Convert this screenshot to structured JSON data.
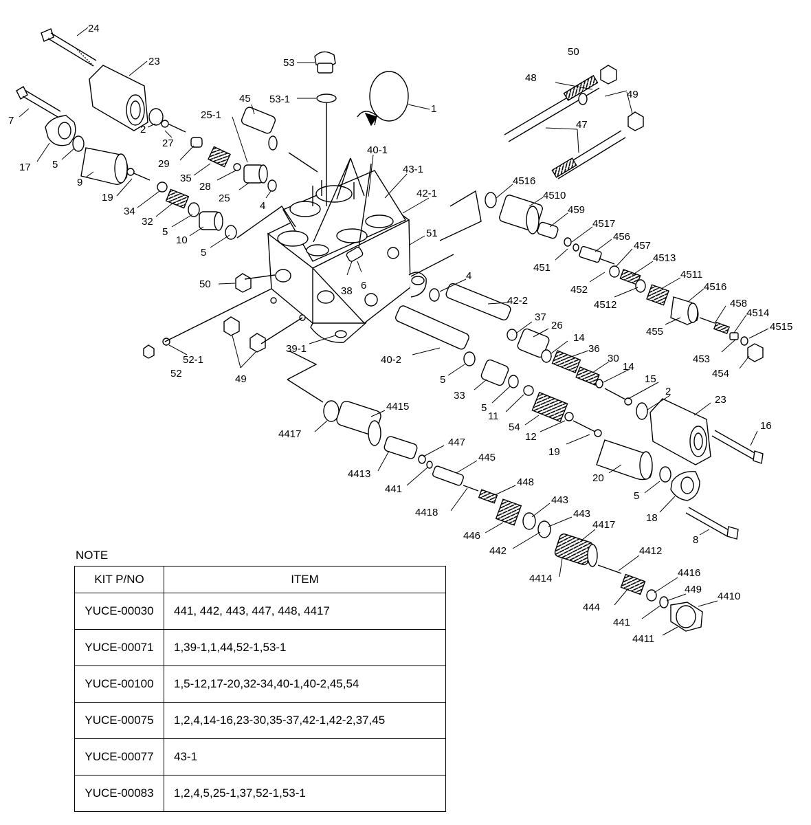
{
  "labels": {
    "l24": "24",
    "l23a": "23",
    "l7": "7",
    "l2a": "2",
    "l27": "27",
    "l17": "17",
    "l5a": "5",
    "l9": "9",
    "l19a": "19",
    "l34": "34",
    "l32": "32",
    "l5b": "5",
    "l10": "10",
    "l5c": "5",
    "l29": "29",
    "l35": "35",
    "l28": "28",
    "l25": "25",
    "l25_1": "25-1",
    "l45": "45",
    "l4a": "4",
    "l53": "53",
    "l53_1": "53-1",
    "l1": "1",
    "l40_1": "40-1",
    "l43_1": "43-1",
    "l42_1": "42-1",
    "l51": "51",
    "l50a": "50",
    "l48": "48",
    "l49a": "49",
    "l47": "47",
    "l4516a": "4516",
    "l4510": "4510",
    "l459": "459",
    "l4517": "4517",
    "l451": "451",
    "l456": "456",
    "l457": "457",
    "l452": "452",
    "l4513": "4513",
    "l4512": "4512",
    "l4511": "4511",
    "l4516b": "4516",
    "l455": "455",
    "l458": "458",
    "l4514": "4514",
    "l4515": "4515",
    "l453": "453",
    "l454": "454",
    "l50b": "50",
    "l38": "38",
    "l6": "6",
    "l4b": "4",
    "l42_2": "42-2",
    "l37": "37",
    "l26": "26",
    "l14a": "14",
    "l36": "36",
    "l30": "30",
    "l14b": "14",
    "l15": "15",
    "l2b": "2",
    "l23b": "23",
    "l16": "16",
    "l52_1": "52-1",
    "l52": "52",
    "l49b": "49",
    "l39_1": "39-1",
    "l40_2": "40-2",
    "l5d": "5",
    "l33": "33",
    "l5e": "5",
    "l11": "11",
    "l54": "54",
    "l12": "12",
    "l19b": "19",
    "l20": "20",
    "l5f": "5",
    "l18": "18",
    "l8": "8",
    "l4417a": "4417",
    "l4415": "4415",
    "l4413": "4413",
    "l447": "447",
    "l441a": "441",
    "l445": "445",
    "l4418": "4418",
    "l448": "448",
    "l446": "446",
    "l443a": "443",
    "l443b": "443",
    "l442": "442",
    "l4417b": "4417",
    "l4414": "4414",
    "l4412": "4412",
    "l4416": "4416",
    "l449": "449",
    "l444": "444",
    "l4410": "4410",
    "l441b": "441",
    "l4411": "4411"
  },
  "note": {
    "title": "NOTE",
    "headers": {
      "kit": "KIT P/NO",
      "item": "ITEM"
    },
    "rows": [
      {
        "kit": "YUCE-00030",
        "items": "441, 442, 443, 447, 448, 4417"
      },
      {
        "kit": "YUCE-00071",
        "items": "1,39-1,1,44,52-1,53-1"
      },
      {
        "kit": "YUCE-00100",
        "items": "1,5-12,17-20,32-34,40-1,40-2,45,54"
      },
      {
        "kit": "YUCE-00075",
        "items": "1,2,4,14-16,23-30,35-37,42-1,42-2,37,45"
      },
      {
        "kit": "YUCE-00077",
        "items": "43-1"
      },
      {
        "kit": "YUCE-00083",
        "items": "1,2,4,5,25-1,37,52-1,53-1"
      }
    ]
  }
}
